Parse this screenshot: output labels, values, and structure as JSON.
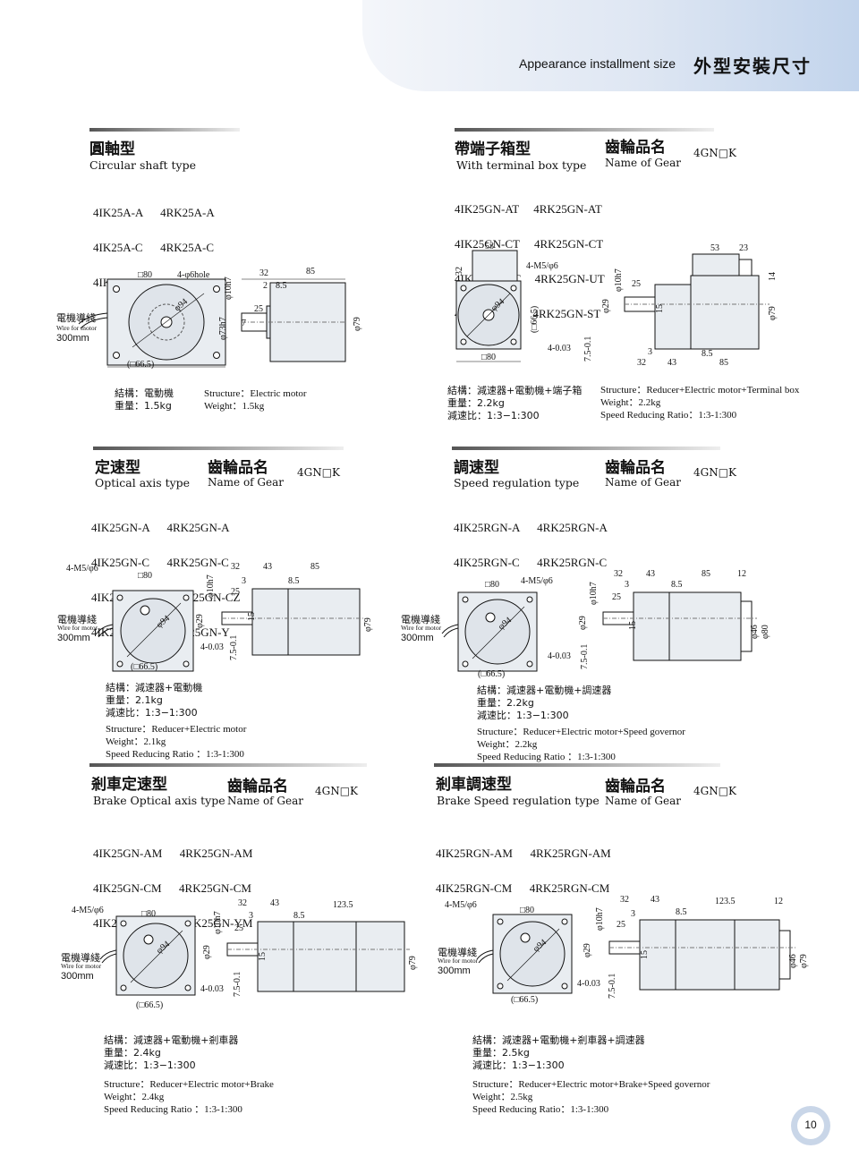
{
  "header": {
    "title_en": "Appearance installment size",
    "title_cn": "外型安裝尺寸"
  },
  "page_number": "10",
  "common": {
    "gear_cn": "齒輪品名",
    "gear_en": "Name of Gear",
    "gear_code": "4GN□K",
    "wire_cn": "電機導綫",
    "wire_en": "Wire for motor",
    "wire_len": "300mm"
  },
  "sections": [
    {
      "title_cn": "圓軸型",
      "title_en": "Circular shaft type",
      "models": [
        "4IK25A-A      4RK25A-A",
        "4IK25A-C      4RK25A-C",
        "4IK25A-Y      4RK25A-Y"
      ],
      "spec_cn": [
        "結構：電動機",
        "重量：1.5kg"
      ],
      "spec_en": [
        "Structure：Electric motor",
        "Weight：1.5kg"
      ]
    },
    {
      "title_cn": "帶端子箱型",
      "title_en": "With terminal box  type",
      "models": [
        "4IK25GN-AT     4RK25GN-AT",
        "4IK25GN-CT     4RK25GN-CT",
        "4IK25GN-UT     4RK25GN-UT",
        "4IK25GN-ST     4RK25GN-ST"
      ],
      "spec_cn": [
        "結構：減速器+電動機+端子箱",
        "重量：2.2kg",
        "減速比：1:3−1:300"
      ],
      "spec_en": [
        "Structure：Reducer+Electric motor+Terminal box",
        "Weight：2.2kg",
        "Speed Reducing Ratio：1:3-1:300"
      ]
    },
    {
      "title_cn": "定速型",
      "title_en": "Optical axis type",
      "models": [
        "4IK25GN-A      4RK25GN-A",
        "4IK25GN-C      4RK25GN-C",
        "4IK25GN-CZ     4RK25GN-CZ",
        "4IK25GN-Y      4RK25GN-Y"
      ],
      "spec_cn": [
        "結構：減速器+電動機",
        "重量：2.1kg",
        "減速比：1:3−1:300"
      ],
      "spec_en": [
        "Structure：Reducer+Electric motor",
        "Weight：2.1kg",
        "Speed Reducing Ratio ：1:3-1:300"
      ]
    },
    {
      "title_cn": "調速型",
      "title_en": "Speed regulation type",
      "models": [
        "4IK25RGN-A      4RK25RGN-A",
        "4IK25RGN-C      4RK25RGN-C"
      ],
      "spec_cn": [
        "結構：減速器+電動機+調速器",
        "重量：2.2kg",
        "減速比：1:3−1:300"
      ],
      "spec_en": [
        "Structure：Reducer+Electric motor+Speed governor",
        "Weight：2.2kg",
        "Speed Reducing Ratio ：1:3-1:300"
      ]
    },
    {
      "title_cn": "剎車定速型",
      "title_en": "Brake Optical axis type",
      "models": [
        "4IK25GN-AM      4RK25GN-AM",
        "4IK25GN-CM      4RK25GN-CM",
        "4IK25GN-YM      4RK25GN-YM"
      ],
      "spec_cn": [
        "結構：減速器+電動機+剎車器",
        "重量：2.4kg",
        "減速比：1:3−1:300"
      ],
      "spec_en": [
        "Structure：Reducer+Electric motor+Brake",
        "Weight：2.4kg",
        "Speed Reducing Ratio ：1:3-1:300"
      ]
    },
    {
      "title_cn": "剎車調速型",
      "title_en": "Brake Speed regulation type",
      "models": [
        "4IK25RGN-AM      4RK25RGN-AM",
        "4IK25RGN-CM      4RK25RGN-CM"
      ],
      "spec_cn": [
        "結構：減速器+電動機+剎車器+調速器",
        "重量：2.5kg",
        "減速比：1:3−1:300"
      ],
      "spec_en": [
        "Structure：Reducer+Electric motor+Brake+Speed governor",
        "Weight：2.5kg",
        "Speed Reducing Ratio：1:3-1:300"
      ]
    }
  ],
  "drawings": [
    {
      "front": [
        "□80",
        "4-φ6hole",
        "φ94",
        "(□66.5)"
      ],
      "side": [
        "φ10h7",
        "32",
        "85",
        "2",
        "8.5",
        "25",
        "φ73h7",
        "φ79",
        "7"
      ]
    },
    {
      "front": [
        "53",
        "32",
        "4-M5/φ6",
        "φ94",
        "(□66.5)",
        "□80"
      ],
      "side": [
        "53",
        "23",
        "14",
        "φ10h7",
        "25",
        "φ29",
        "15",
        "φ79",
        "8.5",
        "3",
        "32",
        "43",
        "85",
        "4-0.03",
        "7.5-0.1"
      ]
    },
    {
      "front": [
        "4-M5/φ6",
        "□80",
        "φ94",
        "(□66.5)"
      ],
      "side": [
        "32",
        "43",
        "85",
        "φ10h7",
        "3",
        "8.5",
        "25",
        "φ29",
        "15",
        "φ79",
        "4-0.03",
        "7.5-0.1"
      ]
    },
    {
      "front": [
        "□80",
        "4-M5/φ6",
        "φ94",
        "(□66.5)"
      ],
      "side": [
        "32",
        "43",
        "85",
        "12",
        "φ10h7",
        "3",
        "8.5",
        "25",
        "φ29",
        "15",
        "φ46",
        "φ80",
        "4-0.03",
        "7.5-0.1"
      ]
    },
    {
      "front": [
        "4-M5/φ6",
        "□80",
        "φ94",
        "(□66.5)"
      ],
      "side": [
        "32",
        "43",
        "123.5",
        "φ10h7",
        "3",
        "8.5",
        "25",
        "φ29",
        "15",
        "φ79",
        "4-0.03",
        "7.5-0.1"
      ]
    },
    {
      "front": [
        "4-M5/φ6",
        "□80",
        "φ94",
        "(□66.5)"
      ],
      "side": [
        "32",
        "43",
        "123.5",
        "12",
        "φ10h7",
        "3",
        "8.5",
        "25",
        "φ29",
        "15",
        "φ46",
        "φ79",
        "4-0.03",
        "7.5-0.1"
      ]
    }
  ]
}
